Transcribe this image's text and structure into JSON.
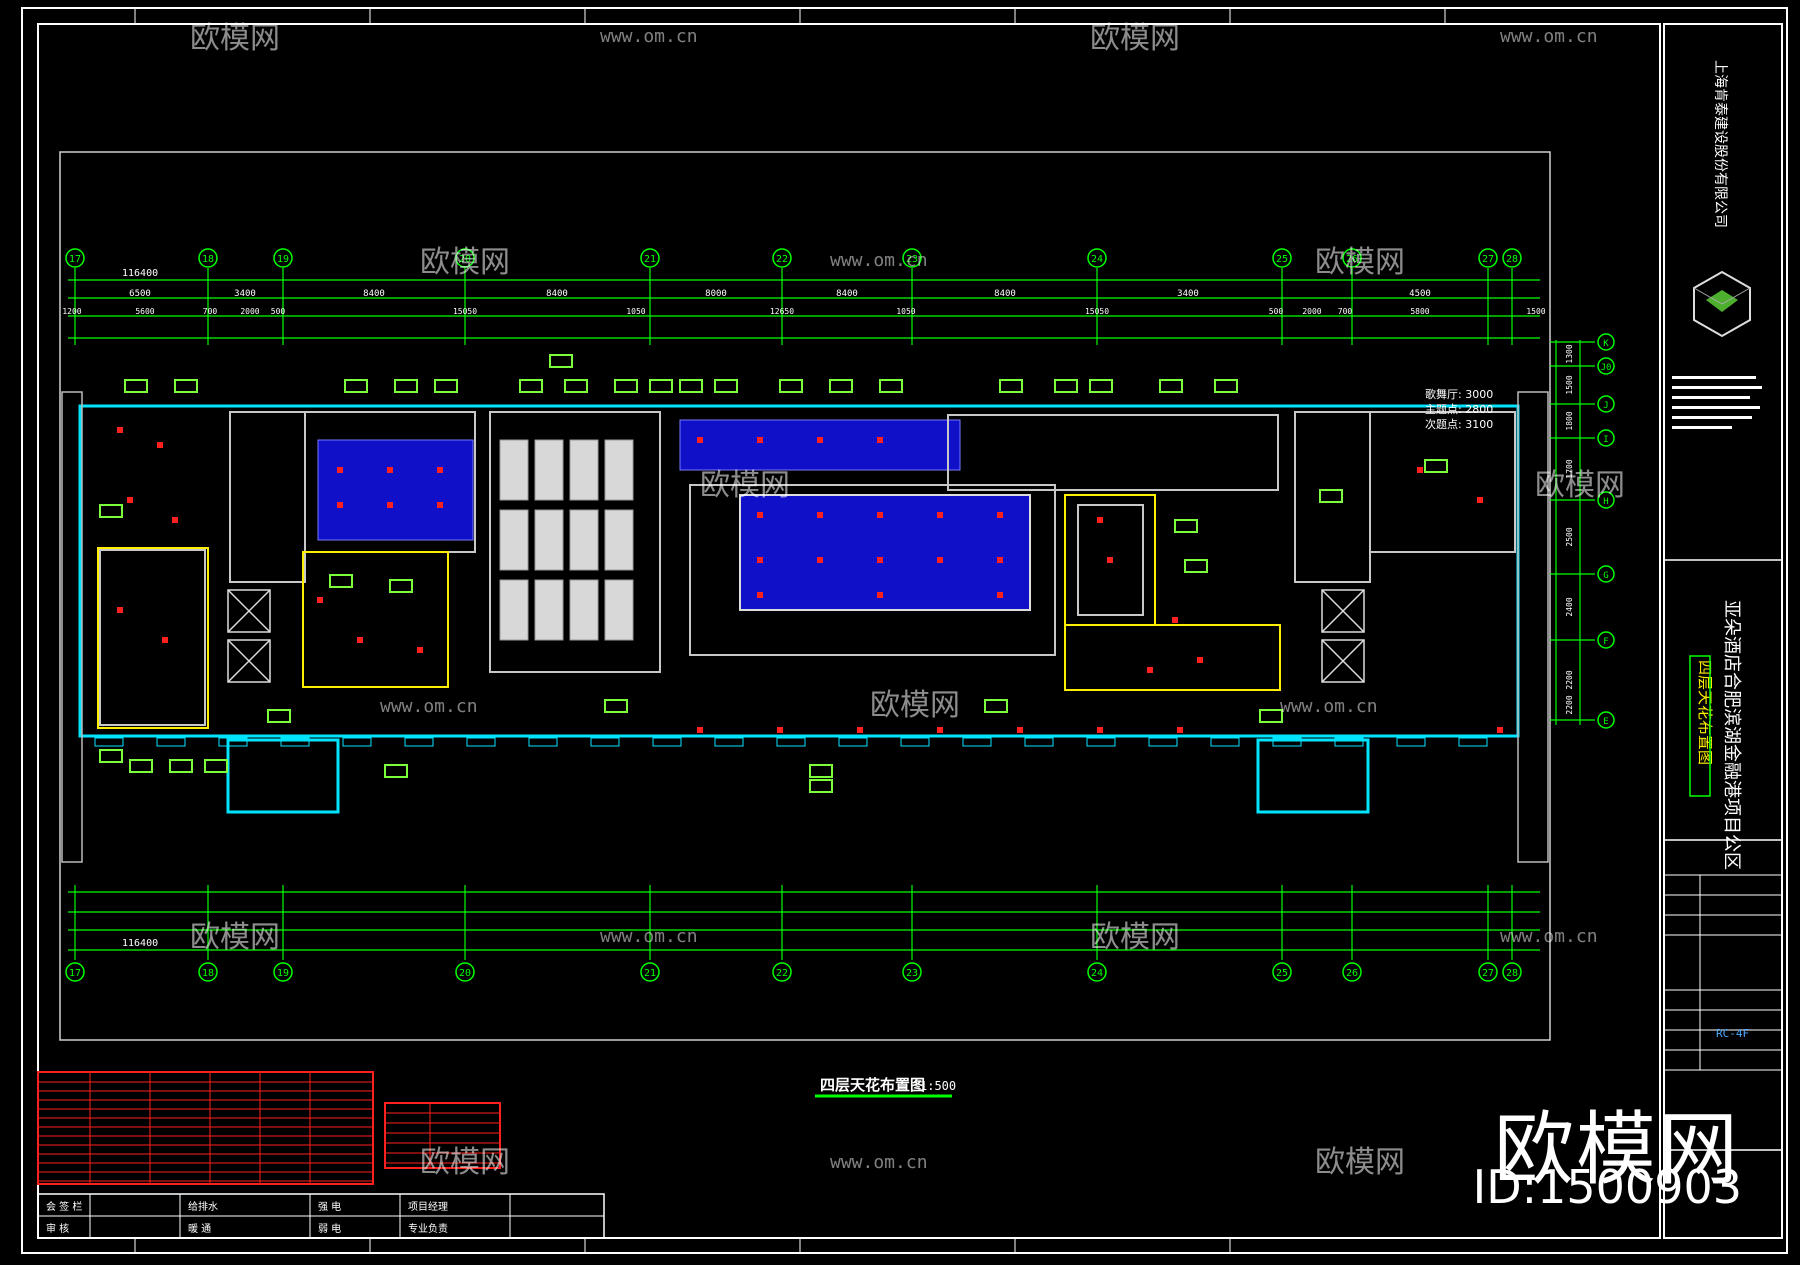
{
  "drawing": {
    "title": "四层天花布置图",
    "scale": "1:500",
    "ceiling_notes": [
      "歌舞厅: 3000",
      "主题点: 2800",
      "次题点: 3100"
    ]
  },
  "title_block": {
    "company": "上海肯泰建设股份有限公司",
    "project": "亚朵酒店合肥滨湖金融港项目公区",
    "sheet_name": "四层天花布置图",
    "drawing_no": "RC-4F"
  },
  "grid_axes": {
    "columns": [
      "17",
      "18",
      "19",
      "20",
      "21",
      "22",
      "23",
      "24",
      "25",
      "26",
      "27",
      "28"
    ],
    "rows": [
      "K",
      "J0",
      "J",
      "I",
      "H",
      "G",
      "F",
      "E"
    ],
    "total_length": "116400",
    "top_spans": [
      "6500",
      "3400",
      "8400",
      "8400",
      "8000",
      "8400",
      "8400",
      "3400",
      "4500"
    ],
    "top_sub_spans": [
      "1200",
      "5600",
      "700",
      "2000",
      "500",
      "15050",
      "1050",
      "12650",
      "1050",
      "15050",
      "500",
      "2000",
      "700",
      "5800",
      "1500"
    ],
    "right_spans": [
      "1300",
      "1500",
      "1800",
      "1700",
      "2500",
      "2400",
      "2200",
      "2200"
    ]
  },
  "bottom_bar": {
    "cells": [
      "会 签 栏",
      "给排水",
      "强 电",
      "项目经理",
      "审 核",
      "暖 通",
      "弱 电",
      "专业负责"
    ]
  },
  "watermark": {
    "brand": "欧模网",
    "site": "www.om.cn",
    "id_label": "ID:1500903"
  },
  "colors": {
    "frame": "#ffffff",
    "grid": "#00ff00",
    "wall": "#00e5ff",
    "fill_blue": "#1010c8",
    "marker": "#ff2020",
    "label": "#7dff3c",
    "table_red": "#ff2020"
  }
}
